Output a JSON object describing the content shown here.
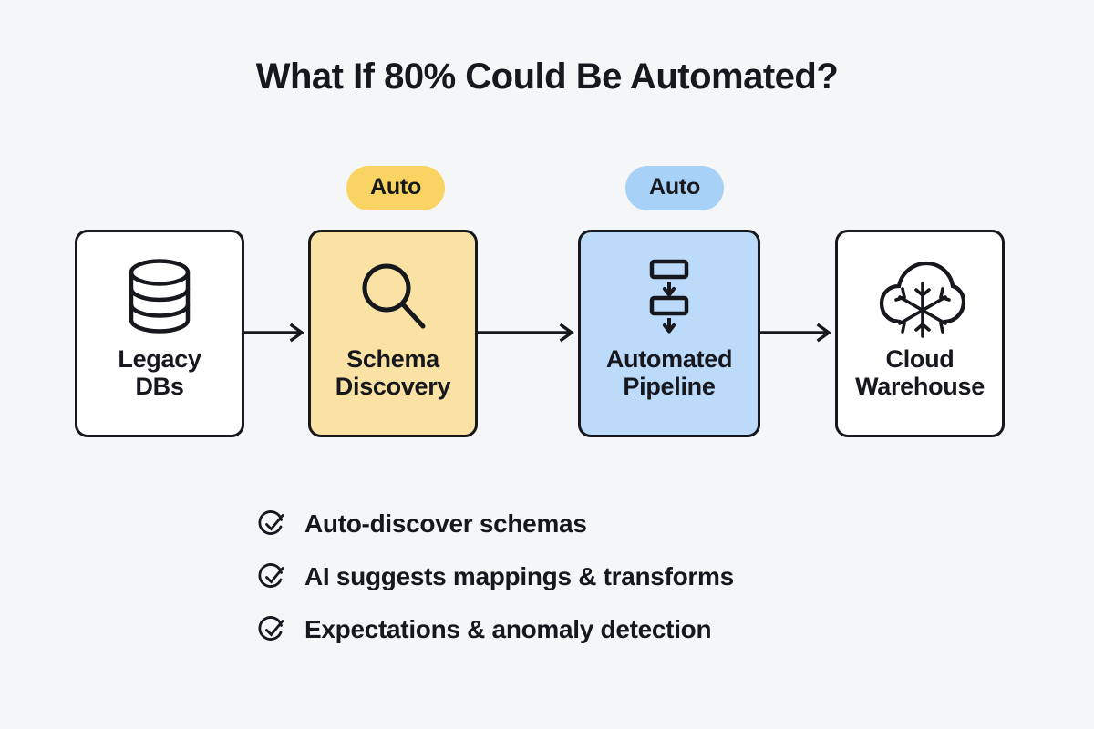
{
  "page": {
    "title": "What If 80% Could Be Automated?",
    "background_color": "#F4F6F8",
    "ink_color": "#16181D"
  },
  "flow": {
    "nodes": [
      {
        "id": "legacy-dbs",
        "label": "Legacy\nDBs",
        "icon": "database-icon",
        "fill_color": "#FFFFFF",
        "badge": null
      },
      {
        "id": "schema-discovery",
        "label": "Schema\nDiscovery",
        "icon": "magnifier-icon",
        "fill_color": "#FAE2A4",
        "badge": {
          "label": "Auto",
          "color": "#F9D462"
        }
      },
      {
        "id": "automated-pipeline",
        "label": "Automated\nPipeline",
        "icon": "pipeline-icon",
        "fill_color": "#BCDAFA",
        "badge": {
          "label": "Auto",
          "color": "#A8D1F8"
        }
      },
      {
        "id": "cloud-warehouse",
        "label": "Cloud\nWarehouse",
        "icon": "cloud-snowflake-icon",
        "fill_color": "#FFFFFF",
        "badge": null
      }
    ],
    "connectors": [
      {
        "from": "legacy-dbs",
        "to": "schema-discovery",
        "icon": "arrow-right-icon"
      },
      {
        "from": "schema-discovery",
        "to": "automated-pipeline",
        "icon": "arrow-right-icon"
      },
      {
        "from": "automated-pipeline",
        "to": "cloud-warehouse",
        "icon": "arrow-right-icon"
      }
    ]
  },
  "benefits": {
    "items": [
      {
        "icon": "check-circle-icon",
        "text": "Auto-discover schemas"
      },
      {
        "icon": "check-circle-icon",
        "text": "AI suggests mappings & transforms"
      },
      {
        "icon": "check-circle-icon",
        "text": "Expectations & anomaly detection"
      }
    ]
  }
}
